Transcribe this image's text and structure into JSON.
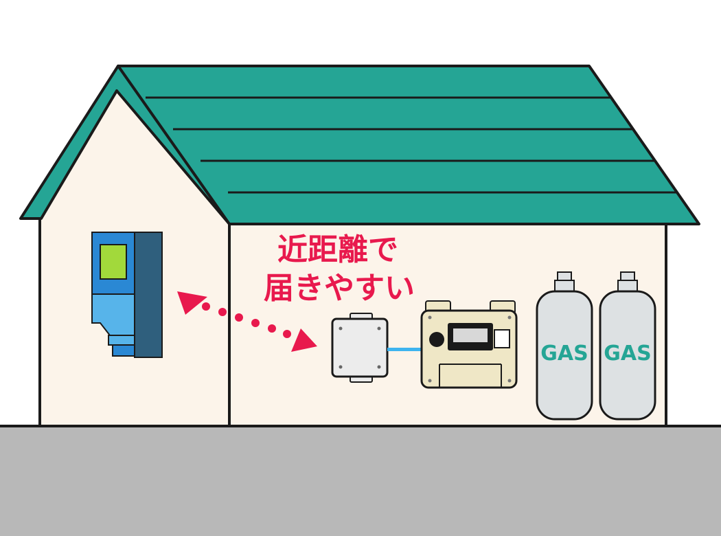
{
  "caption": {
    "line1": "近距離で",
    "line2": "届きやすい"
  },
  "cylinders": [
    {
      "label": "GAS"
    },
    {
      "label": "GAS"
    }
  ],
  "colors": {
    "roof": "#25a595",
    "wall": "#fcf4ea",
    "ground": "#b8b8b8",
    "outline": "#1a1a1a",
    "meter_blue": "#2a88d4",
    "meter_light_blue": "#57b4ea",
    "meter_dark": "#2f5f7d",
    "meter_screen": "#a2d93b",
    "arrow": "#e8194d",
    "gas_meter": "#efe7c6",
    "cylinder": "#dde1e3",
    "pipe": "#3eb4ef",
    "gas_text": "#25a595"
  },
  "icons": [
    "electric-meter-icon",
    "wireless-unit-icon",
    "gas-meter-icon",
    "gas-cylinder-icon"
  ]
}
